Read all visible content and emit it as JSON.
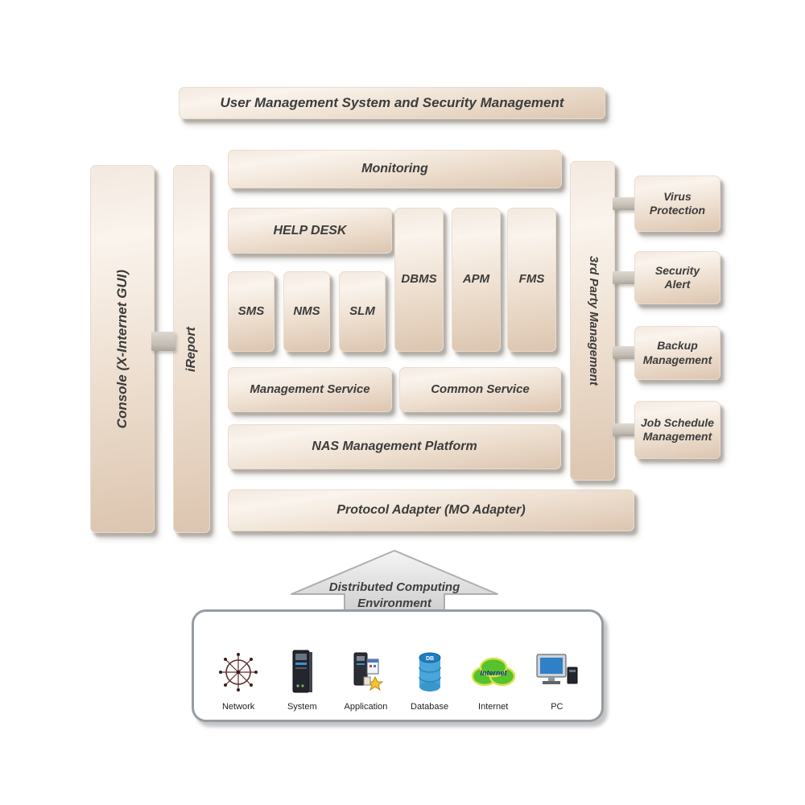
{
  "diagram": {
    "top_bar": "User Management System and Security Management",
    "left": {
      "console": "Console (X-Internet GUI)",
      "ireport": "iReport"
    },
    "center": {
      "monitoring": "Monitoring",
      "help_desk": "HELP DESK",
      "sms": "SMS",
      "nms": "NMS",
      "slm": "SLM",
      "dbms": "DBMS",
      "apm": "APM",
      "fms": "FMS",
      "management_service": "Management Service",
      "common_service": "Common Service",
      "nas_platform": "NAS Management Platform",
      "protocol_adapter": "Protocol Adapter (MO Adapter)"
    },
    "right": {
      "third_party": "3rd Party Management",
      "boxes": [
        "Virus\nProtection",
        "Security\nAlert",
        "Backup\nManagement",
        "Job Schedule\nManagement"
      ]
    },
    "environment": {
      "label": "Distributed Computing\nEnvironment",
      "items": [
        {
          "name": "Network",
          "icon": "network-icon"
        },
        {
          "name": "System",
          "icon": "system-icon"
        },
        {
          "name": "Application",
          "icon": "application-icon"
        },
        {
          "name": "Database",
          "icon": "database-icon"
        },
        {
          "name": "Internet",
          "icon": "internet-icon"
        },
        {
          "name": "PC",
          "icon": "pc-icon"
        }
      ],
      "database_icon_text": "DB",
      "internet_cloud_text": "Internet"
    },
    "colors": {
      "box_highlight": "#f8f1ea",
      "box_base": "#e7d5c5",
      "box_deep": "#d9c2ad",
      "shadow": "#978f85",
      "text": "#3c3c3c",
      "arrow_fill": "#e8e8e8",
      "container_border": "#969ca2"
    }
  }
}
